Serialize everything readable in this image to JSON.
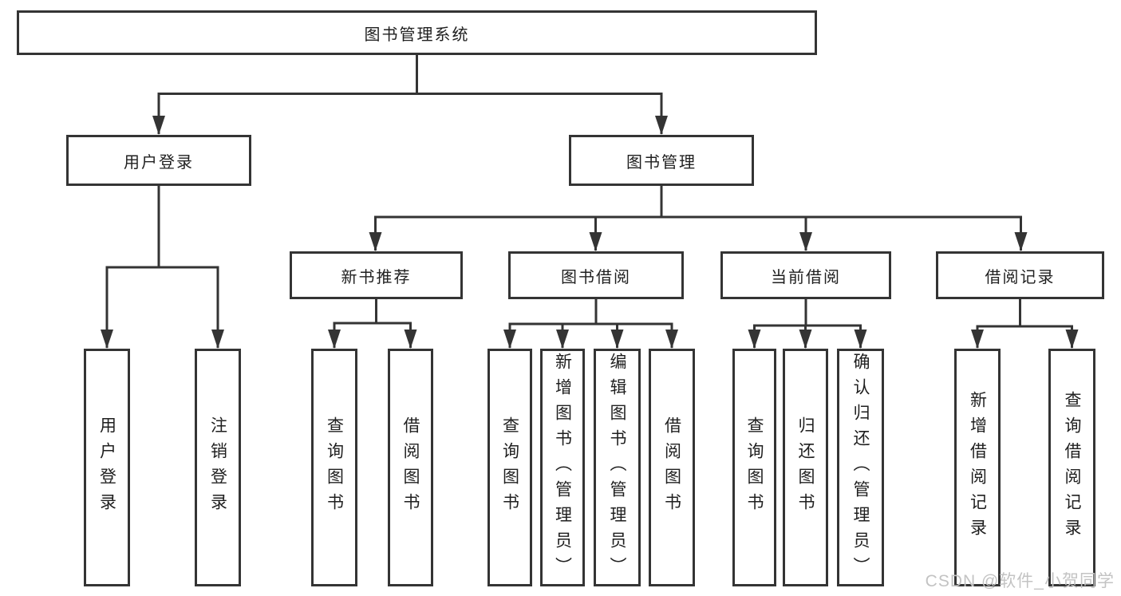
{
  "diagram": {
    "root": "图书管理系统",
    "level2": [
      "用户登录",
      "图书管理"
    ],
    "level3": [
      "新书推荐",
      "图书借阅",
      "当前借阅",
      "借阅记录"
    ],
    "leaves": {
      "user_login": [
        "用户登录",
        "注销登录"
      ],
      "new_book_recommend": [
        "查询图书",
        "借阅图书"
      ],
      "book_borrow": [
        "查询图书",
        "新增图书（管理员）",
        "编辑图书（管理员）",
        "借阅图书"
      ],
      "current_borrow": [
        "查询图书",
        "归还图书",
        "确认归还（管理员）"
      ],
      "borrow_record": [
        "新增借阅记录",
        "查询借阅记录"
      ]
    }
  },
  "watermark": "CSDN @软件_小贺同学",
  "colors": {
    "line": "#343434",
    "text": "#1f1f1f",
    "background": "#ffffff",
    "watermark": "#c3c3c3"
  }
}
